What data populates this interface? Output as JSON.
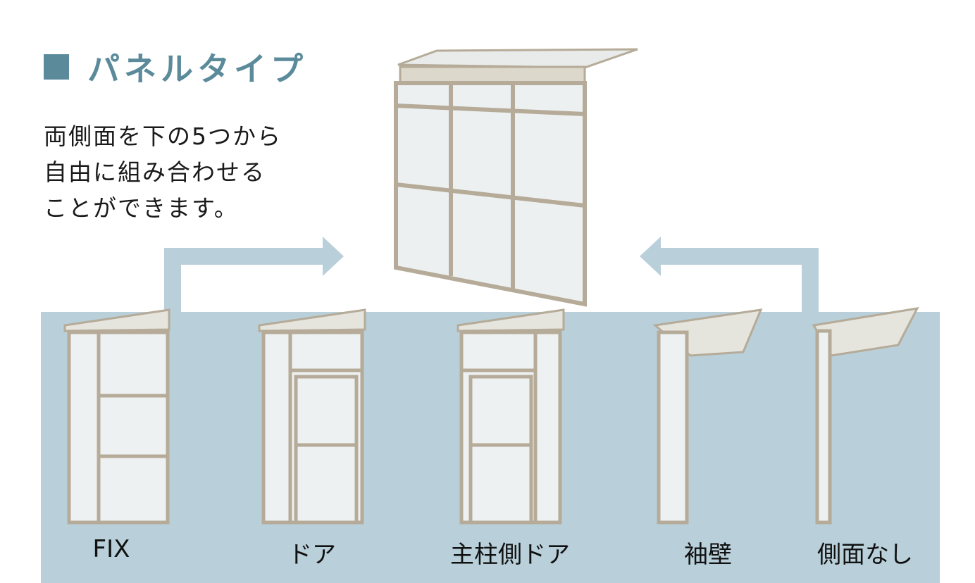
{
  "heading": "パネルタイプ",
  "description": [
    "両側面を下の5つから",
    "自由に組み合わせる",
    "ことができます。"
  ],
  "panel_types": [
    "FIX",
    "ドア",
    "主柱側ドア",
    "袖壁",
    "側面なし"
  ],
  "colors": {
    "accent": "#5b8b9b",
    "band": "#b9d0da",
    "frame": "#b8ae9c",
    "glass": "#eef1f2"
  }
}
